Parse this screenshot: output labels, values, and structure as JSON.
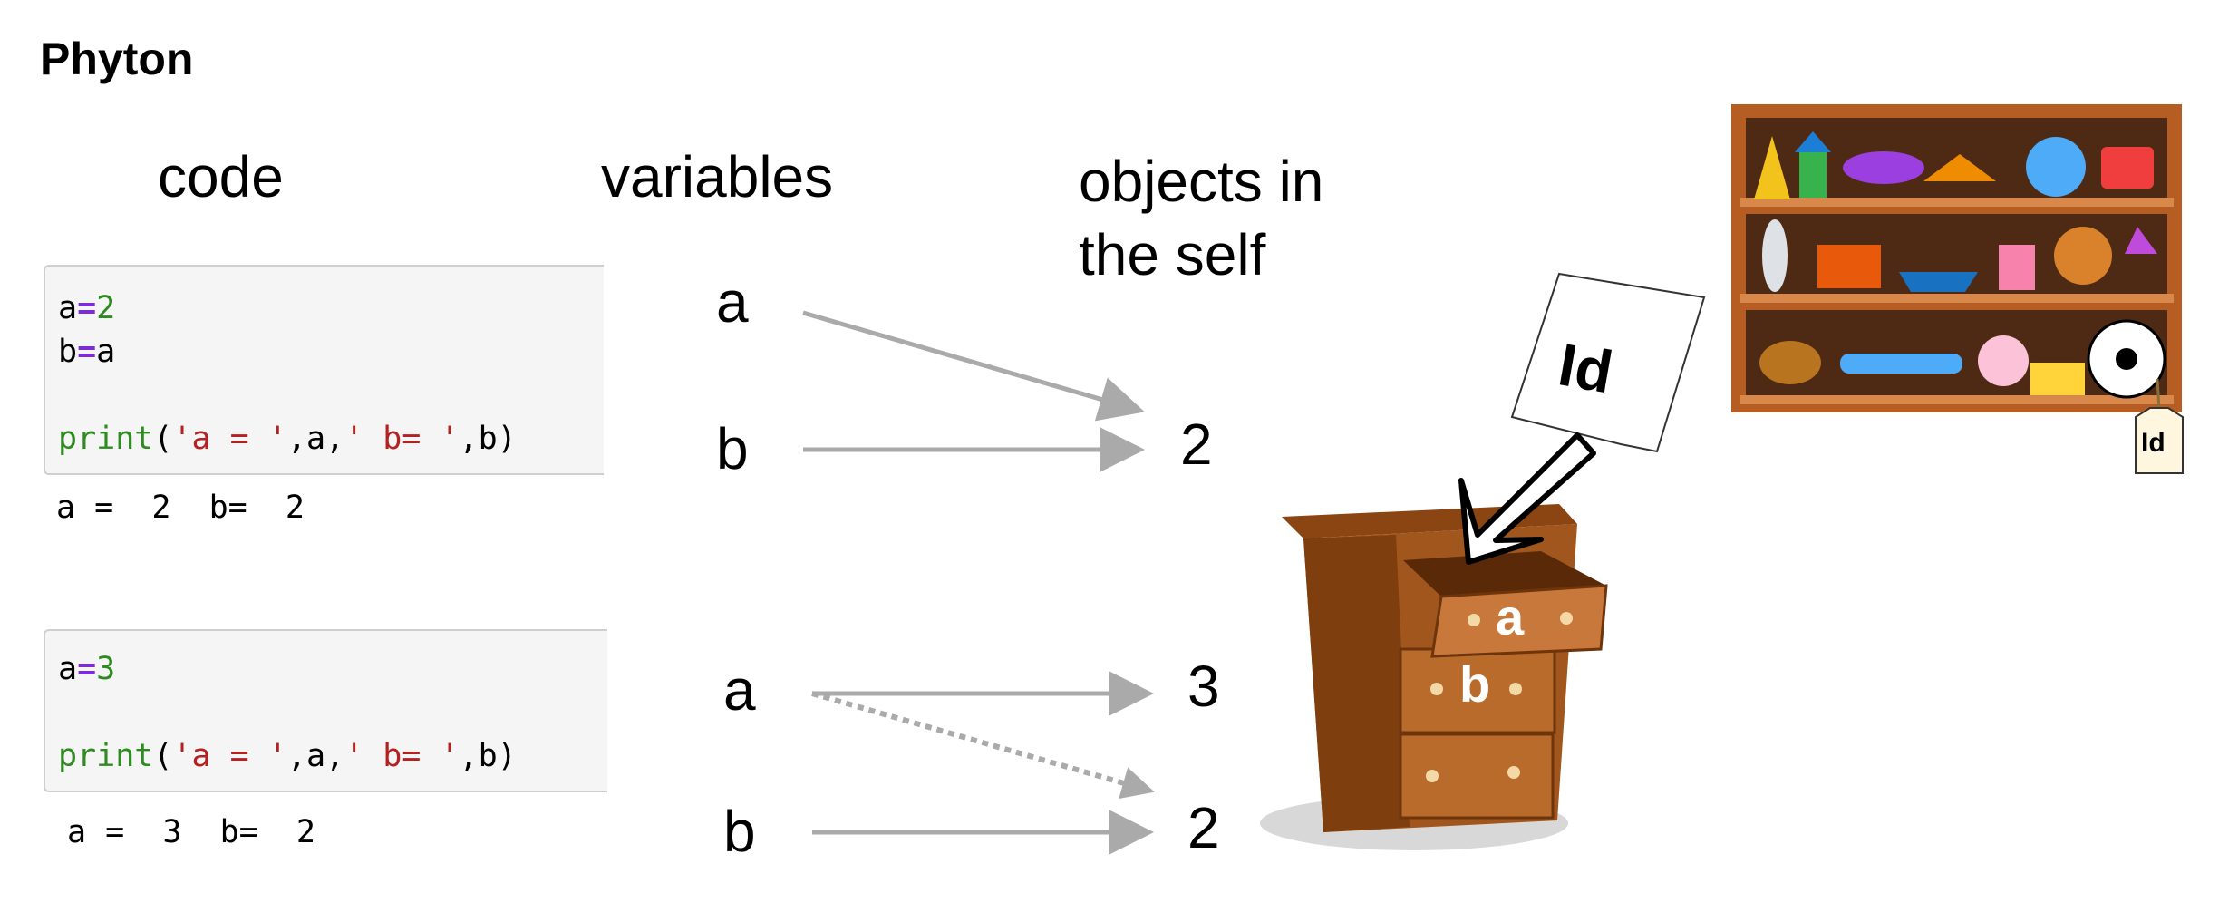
{
  "title": "Phyton",
  "headers": {
    "code": "code",
    "variables": "variables",
    "objects": "objects in\nthe self"
  },
  "cell1": {
    "lines": [
      [
        {
          "t": "a",
          "c": "p"
        },
        {
          "t": "=",
          "c": "kw"
        },
        {
          "t": "2",
          "c": "num"
        }
      ],
      [
        {
          "t": "b",
          "c": "p"
        },
        {
          "t": "=",
          "c": "kw"
        },
        {
          "t": "a",
          "c": "p"
        }
      ],
      [],
      [
        {
          "t": "print",
          "c": "fn"
        },
        {
          "t": "(",
          "c": "p"
        },
        {
          "t": "'a = '",
          "c": "str"
        },
        {
          "t": ",a,",
          "c": "p"
        },
        {
          "t": "' b= '",
          "c": "str"
        },
        {
          "t": ",b)",
          "c": "p"
        }
      ]
    ],
    "output": "a =  2  b=  2"
  },
  "cell2": {
    "lines": [
      [
        {
          "t": "a",
          "c": "p"
        },
        {
          "t": "=",
          "c": "kw"
        },
        {
          "t": "3",
          "c": "num"
        }
      ],
      [],
      [
        {
          "t": "print",
          "c": "fn"
        },
        {
          "t": "(",
          "c": "p"
        },
        {
          "t": "'a = '",
          "c": "str"
        },
        {
          "t": ",a,",
          "c": "p"
        },
        {
          "t": "' b= '",
          "c": "str"
        },
        {
          "t": ",b)",
          "c": "p"
        }
      ]
    ],
    "output": "a =  3  b=  2"
  },
  "diagram1": {
    "var_a": "a",
    "var_b": "b",
    "object": "2"
  },
  "diagram2": {
    "var_a": "a",
    "var_b": "b",
    "object_top": "3",
    "object_bottom": "2"
  },
  "dresser": {
    "drawer_a": "a",
    "drawer_b": "b",
    "paper_label": "Id"
  },
  "shelf": {
    "tag_label": "Id"
  },
  "colors": {
    "arrow": "#aaaaaa",
    "keyword": "#7b2fd0",
    "number": "#2e8b20",
    "string": "#b52020",
    "wood": "#a0561c"
  }
}
